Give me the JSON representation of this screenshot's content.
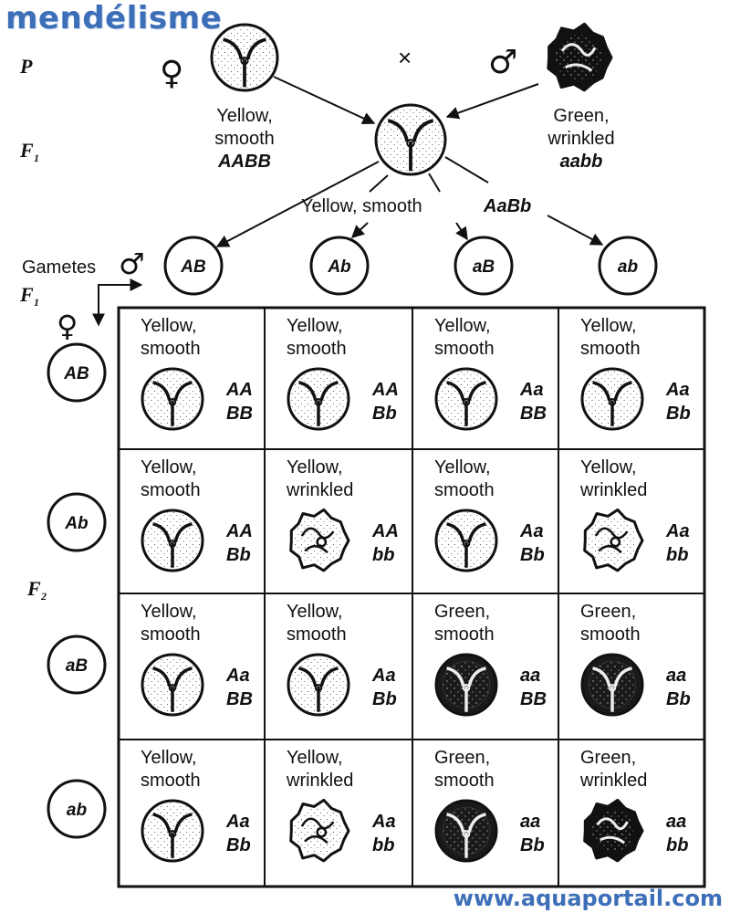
{
  "page": {
    "title": "mendélisme",
    "footer": "www.aquaportail.com"
  },
  "labels": {
    "p": "P",
    "f1": "F",
    "f1_sub": "1",
    "f1_gametes": "F",
    "f1_gametes_sub": "1",
    "f2": "F",
    "f2_sub": "2",
    "gametes": "Gametes",
    "cross": "×",
    "female_symbol": "♀",
    "male_symbol": "♂"
  },
  "parents": {
    "female": {
      "line1": "Yellow,",
      "line2": "smooth",
      "genotype": "AABB",
      "seed": "yellow-smooth"
    },
    "male": {
      "line1": "Green,",
      "line2": "wrinkled",
      "genotype": "aabb",
      "seed": "green-wrinkled"
    }
  },
  "f1": {
    "phenotype": "Yellow, smooth",
    "genotype": "AaBb",
    "seed": "yellow-smooth"
  },
  "gametes": [
    "AB",
    "Ab",
    "aB",
    "ab"
  ],
  "punnett": [
    [
      {
        "line1": "Yellow,",
        "line2": "smooth",
        "g1": "AA",
        "g2": "BB",
        "seed": "yellow-smooth"
      },
      {
        "line1": "Yellow,",
        "line2": "smooth",
        "g1": "AA",
        "g2": "Bb",
        "seed": "yellow-smooth"
      },
      {
        "line1": "Yellow,",
        "line2": "smooth",
        "g1": "Aa",
        "g2": "BB",
        "seed": "yellow-smooth"
      },
      {
        "line1": "Yellow,",
        "line2": "smooth",
        "g1": "Aa",
        "g2": "Bb",
        "seed": "yellow-smooth"
      }
    ],
    [
      {
        "line1": "Yellow,",
        "line2": "smooth",
        "g1": "AA",
        "g2": "Bb",
        "seed": "yellow-smooth"
      },
      {
        "line1": "Yellow,",
        "line2": "wrinkled",
        "g1": "AA",
        "g2": "bb",
        "seed": "yellow-wrinkled"
      },
      {
        "line1": "Yellow,",
        "line2": "smooth",
        "g1": "Aa",
        "g2": "Bb",
        "seed": "yellow-smooth"
      },
      {
        "line1": "Yellow,",
        "line2": "wrinkled",
        "g1": "Aa",
        "g2": "bb",
        "seed": "yellow-wrinkled"
      }
    ],
    [
      {
        "line1": "Yellow,",
        "line2": "smooth",
        "g1": "Aa",
        "g2": "BB",
        "seed": "yellow-smooth"
      },
      {
        "line1": "Yellow,",
        "line2": "smooth",
        "g1": "Aa",
        "g2": "Bb",
        "seed": "yellow-smooth"
      },
      {
        "line1": "Green,",
        "line2": "smooth",
        "g1": "aa",
        "g2": "BB",
        "seed": "green-smooth"
      },
      {
        "line1": "Green,",
        "line2": "smooth",
        "g1": "aa",
        "g2": "Bb",
        "seed": "green-smooth"
      }
    ],
    [
      {
        "line1": "Yellow,",
        "line2": "smooth",
        "g1": "Aa",
        "g2": "Bb",
        "seed": "yellow-smooth"
      },
      {
        "line1": "Yellow,",
        "line2": "wrinkled",
        "g1": "Aa",
        "g2": "bb",
        "seed": "yellow-wrinkled"
      },
      {
        "line1": "Green,",
        "line2": "smooth",
        "g1": "aa",
        "g2": "Bb",
        "seed": "green-smooth"
      },
      {
        "line1": "Green,",
        "line2": "wrinkled",
        "g1": "aa",
        "g2": "bb",
        "seed": "green-wrinkled"
      }
    ]
  ],
  "colors": {
    "title": "#3d6fb8",
    "ink": "#111111"
  }
}
